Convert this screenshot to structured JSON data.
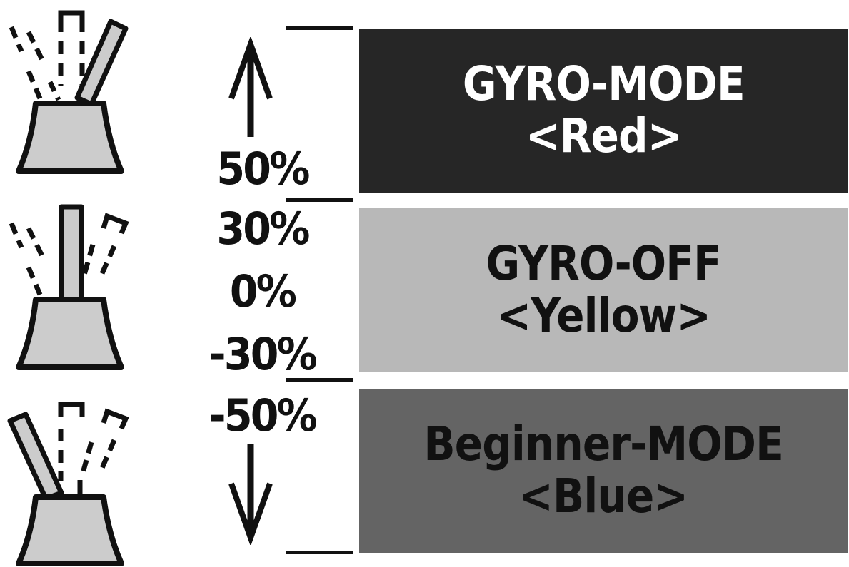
{
  "icons": {
    "switch_up": "switch-up-icon",
    "switch_middle": "switch-middle-icon",
    "switch_down": "switch-down-icon",
    "arrow_up": "arrow-up-icon",
    "arrow_down": "arrow-down-icon"
  },
  "levels": {
    "pos50": "50%",
    "pos30": "30%",
    "zero": "0%",
    "neg30": "-30%",
    "neg50": "-50%"
  },
  "modes": [
    {
      "name": "GYRO-MODE",
      "color_label": "<Red>",
      "color": "#262626",
      "text_color": "#ffffff"
    },
    {
      "name": "GYRO-OFF",
      "color_label": "<Yellow>",
      "color": "#b8b8b8",
      "text_color": "#111111"
    },
    {
      "name": "Beginner-MODE",
      "color_label": "<Blue>",
      "color": "#646464",
      "text_color": "#111111"
    }
  ]
}
